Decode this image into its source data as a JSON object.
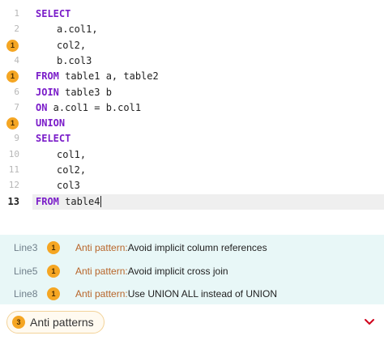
{
  "editor": {
    "lines": [
      {
        "num": "1",
        "marker": "",
        "indent": false,
        "parts": [
          {
            "t": "SELECT",
            "kw": true
          }
        ]
      },
      {
        "num": "2",
        "marker": "",
        "indent": true,
        "parts": [
          {
            "t": "a.col1,",
            "kw": false
          }
        ]
      },
      {
        "num": "3",
        "marker": "1",
        "indent": true,
        "parts": [
          {
            "t": "col2,",
            "kw": false
          }
        ]
      },
      {
        "num": "4",
        "marker": "",
        "indent": true,
        "parts": [
          {
            "t": "b.col3",
            "kw": false
          }
        ]
      },
      {
        "num": "5",
        "marker": "1",
        "indent": false,
        "parts": [
          {
            "t": "FROM",
            "kw": true
          },
          {
            "t": " table1 a, table2",
            "kw": false
          }
        ]
      },
      {
        "num": "6",
        "marker": "",
        "indent": false,
        "parts": [
          {
            "t": "JOIN",
            "kw": true
          },
          {
            "t": " table3 b",
            "kw": false
          }
        ]
      },
      {
        "num": "7",
        "marker": "",
        "indent": false,
        "parts": [
          {
            "t": "ON",
            "kw": true
          },
          {
            "t": " a.col1 = b.col1",
            "kw": false
          }
        ]
      },
      {
        "num": "8",
        "marker": "1",
        "indent": false,
        "parts": [
          {
            "t": "UNION",
            "kw": true
          }
        ]
      },
      {
        "num": "9",
        "marker": "",
        "indent": false,
        "parts": [
          {
            "t": "SELECT",
            "kw": true
          }
        ]
      },
      {
        "num": "10",
        "marker": "",
        "indent": true,
        "parts": [
          {
            "t": "col1,",
            "kw": false
          }
        ]
      },
      {
        "num": "11",
        "marker": "",
        "indent": true,
        "parts": [
          {
            "t": "col2,",
            "kw": false
          }
        ]
      },
      {
        "num": "12",
        "marker": "",
        "indent": true,
        "parts": [
          {
            "t": "col3",
            "kw": false
          }
        ]
      },
      {
        "num": "13",
        "marker": "",
        "indent": false,
        "active": true,
        "parts": [
          {
            "t": "FROM",
            "kw": true
          },
          {
            "t": " table4",
            "kw": false
          }
        ]
      }
    ]
  },
  "problems": [
    {
      "line": "Line3",
      "count": "1",
      "type": "Anti pattern:",
      "message": "Avoid implicit column references"
    },
    {
      "line": "Line5",
      "count": "1",
      "type": "Anti pattern:",
      "message": "Avoid implicit cross join"
    },
    {
      "line": "Line8",
      "count": "1",
      "type": "Anti pattern:",
      "message": "Use UNION ALL instead of UNION"
    }
  ],
  "status": {
    "count": "3",
    "label": "Anti patterns",
    "chevron_icon": "chevron-down-icon",
    "accent_color": "#f5a623",
    "chevron_color": "#d0021b"
  }
}
